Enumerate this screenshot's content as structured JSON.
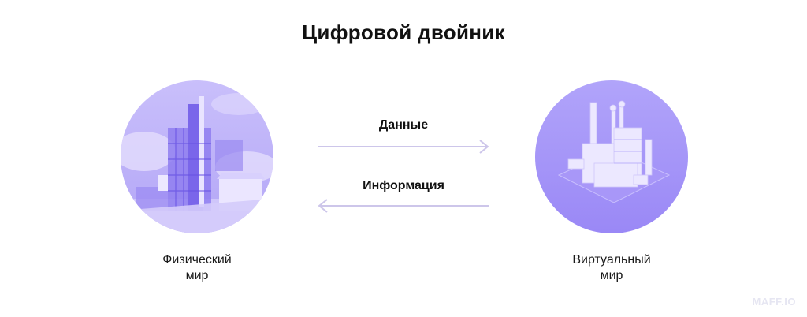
{
  "title": "Цифровой двойник",
  "physical": {
    "caption_line1": "Физический",
    "caption_line2": "мир",
    "image": "industrial-plant-photo"
  },
  "virtual": {
    "caption_line1": "Виртуальный",
    "caption_line2": "мир",
    "image": "isometric-factory-illustration"
  },
  "flows": [
    {
      "label": "Данные",
      "direction": "right"
    },
    {
      "label": "Информация",
      "direction": "left"
    }
  ],
  "colors": {
    "accent": "#9d8cf7",
    "arrow": "#cdc6ea",
    "text": "#111111"
  },
  "watermark": "MAFF.IO"
}
